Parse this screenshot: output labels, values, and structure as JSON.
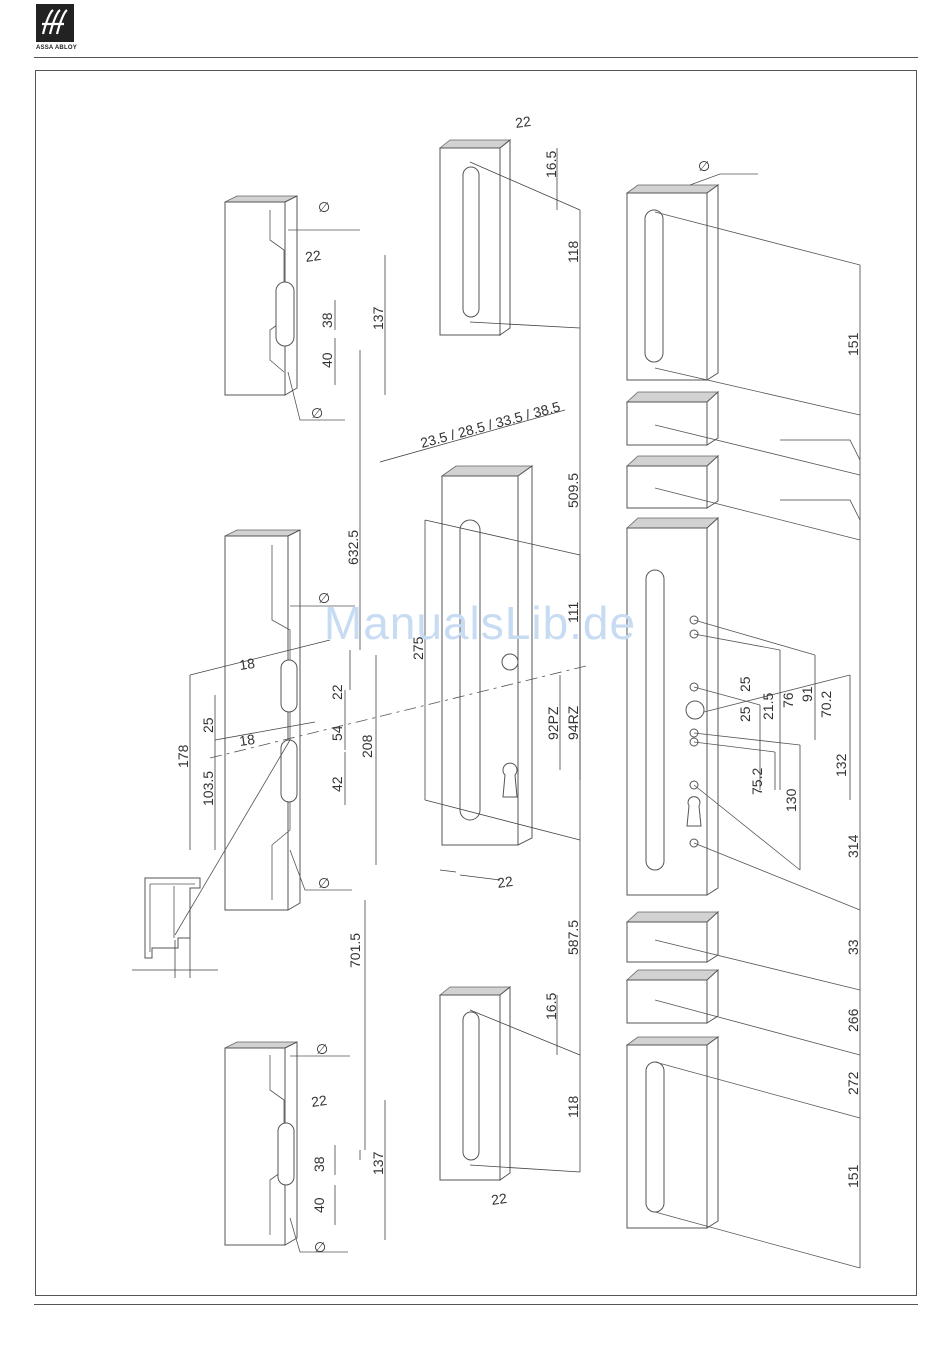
{
  "brand": {
    "logo_icon": "eff-eff-logo-icon",
    "company": "ASSA ABLOY"
  },
  "watermark": "ManualsLib.de",
  "dimensions": {
    "d22_top": "22",
    "d16_5_top": "16.5",
    "d118_top": "118",
    "d151_top": "151",
    "d22_left_top": "22",
    "d137_top": "137",
    "d38_top": "38",
    "d40_top": "40",
    "d632_5": "632.5",
    "d23_series": "23.5 / 28.5 / 33.5 / 38.5",
    "d509_5": "509.5",
    "d275": "275",
    "d111": "111",
    "d92pz": "92PZ",
    "d94rz": "94RZ",
    "d22_mid_bottom": "22",
    "d587_5": "587.5",
    "d18_a": "18",
    "d18_b": "18",
    "d25_left": "25",
    "d178": "178",
    "d103_5": "103.5",
    "d22_mid": "22",
    "d54": "54",
    "d208": "208",
    "d42": "42",
    "d701_5": "701.5",
    "d25_r1": "25",
    "d25_r2": "25",
    "d21_5": "21.5",
    "d76": "76",
    "d91": "91",
    "d70_2": "70.2",
    "d132": "132",
    "d75_2": "75.2",
    "d130": "130",
    "d314": "314",
    "d33": "33",
    "d266": "266",
    "d272": "272",
    "d151_bottom": "151",
    "d16_5_bottom": "16.5",
    "d118_bottom": "118",
    "d22_bottom": "22",
    "d22_left_bottom": "22",
    "d137_bottom": "137",
    "d38_bottom": "38",
    "d40_bottom": "40"
  },
  "symbols": {
    "diameter": "∅"
  }
}
